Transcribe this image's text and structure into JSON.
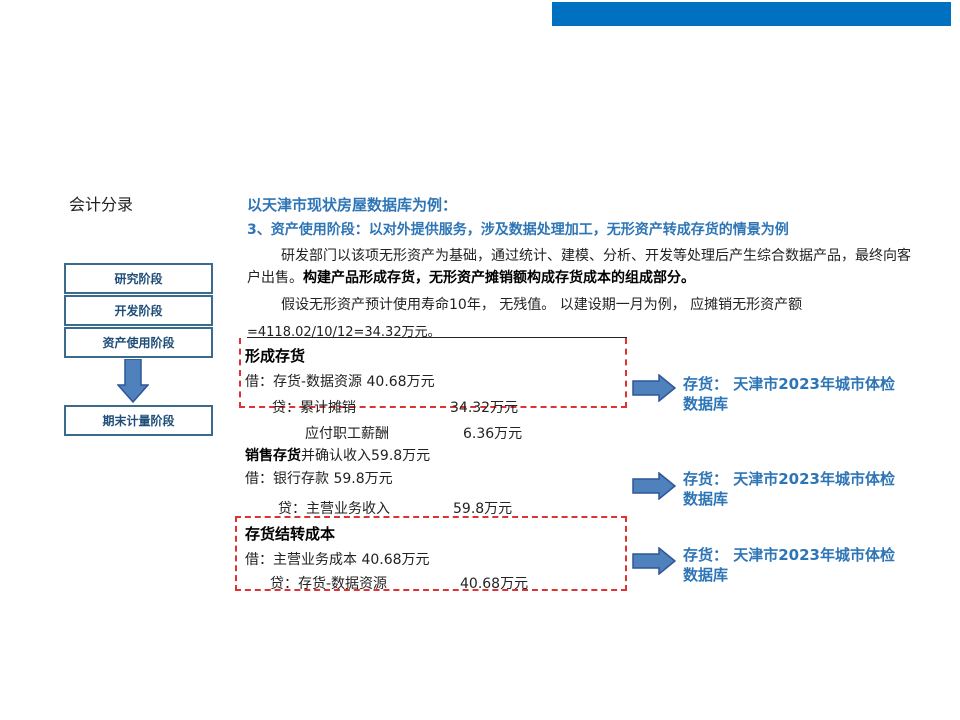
{
  "header_bar_color": "#0070c0",
  "section_label": "会计分录",
  "stages": [
    "研究阶段",
    "开发阶段",
    "资产使用阶段",
    "期末计量阶段"
  ],
  "title_example": "以天津市现状房屋数据库为例：",
  "title_stage": "3、资产使用阶段：以对外提供服务，涉及数据处理加工，无形资产转成存货的情景为例",
  "para1_normal": "研发部门以该项无形资产为基础，通过统计、建模、分析、开发等处理后产生综合数据产品，最终向客户出售。",
  "para1_bold": "构建产品形成存货，无形资产摊销额构成存货成本的组成部分。",
  "para2": "假设无形资产预计使用寿命10年， 无残值。 以建设期一月为例， 应摊销无形资产额",
  "formula": "=4118.02/10/12=34.32万元。",
  "entry_inventory": {
    "heading": "形成存货",
    "debit": "借：存货-数据资源 40.68万元",
    "credit1_label": "贷：累计摊销",
    "credit1_amount": "34.32万元",
    "credit2_label": "应付职工薪酬",
    "credit2_amount": "6.36万元"
  },
  "entry_sales": {
    "heading_bold": "销售存货",
    "heading_rest": "并确认收入59.8万元",
    "debit": "借：银行存款  59.8万元",
    "credit_label": "贷：主营业务收入",
    "credit_amount": "59.8万元"
  },
  "entry_cost": {
    "heading": "存货结转成本",
    "debit": "借：主营业务成本   40.68万元",
    "credit_label": "贷：存货-数据资源",
    "credit_amount": "40.68万元"
  },
  "notes": [
    {
      "line1": "存货： 天津市2023年城市体检",
      "line2": "数据库"
    },
    {
      "line1": "存货： 天津市2023年城市体检",
      "line2": "数据库"
    },
    {
      "line1": "存货： 天津市2023年城市体检",
      "line2": "数据库"
    }
  ],
  "colors": {
    "accent_blue": "#2e75b6",
    "arrow_fill": "#4f81bd",
    "dash_red": "#dd3333"
  }
}
